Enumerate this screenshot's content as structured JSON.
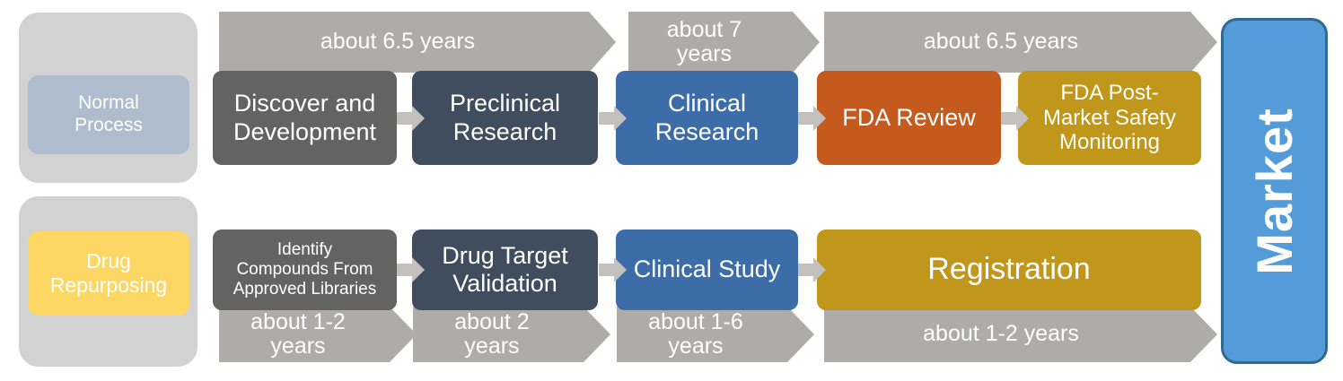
{
  "diagram": {
    "title": "Drug development: normal process vs. drug repurposing timeline",
    "colors": {
      "band_gray": "#AEACA8",
      "connector_gray": "#C3C1BE",
      "legend_container": "#D2D2D2",
      "normal_pill": "#AEBCCE",
      "repurpose_pill": "#FCD764",
      "stage_gray": "#636363",
      "stage_slate": "#3F4D5E",
      "stage_blue": "#3D6DA8",
      "stage_orange": "#C45A1E",
      "stage_gold": "#C0971B",
      "market_fill": "#539BD9",
      "market_border": "#31688F",
      "text_white": "#FFFFFF"
    }
  },
  "legend": {
    "normal": {
      "line1": "Normal",
      "line2": "Process"
    },
    "repurposing": {
      "line1": "Drug",
      "line2": "Repurposing"
    }
  },
  "normal_process": {
    "bands": [
      {
        "label": "about 6.5 years"
      },
      {
        "label": "about 7\nyears"
      },
      {
        "label": "about 6.5 years"
      }
    ],
    "stages": [
      {
        "label": "Discover and\nDevelopment",
        "color": "#636363"
      },
      {
        "label": "Preclinical\nResearch",
        "color": "#3F4D5E"
      },
      {
        "label": "Clinical\nResearch",
        "color": "#3D6DA8"
      },
      {
        "label": "FDA Review",
        "color": "#C45A1E"
      },
      {
        "label": "FDA Post-\nMarket Safety\nMonitoring",
        "color": "#C0971B"
      }
    ]
  },
  "drug_repurposing": {
    "stages": [
      {
        "label": "Identify\nCompounds From\nApproved Libraries",
        "color": "#636363"
      },
      {
        "label": "Drug Target\nValidation",
        "color": "#3F4D5E"
      },
      {
        "label": "Clinical Study",
        "color": "#3D6DA8"
      },
      {
        "label": "Registration",
        "color": "#C0971B"
      }
    ],
    "bands": [
      {
        "label": "about 1-2\nyears"
      },
      {
        "label": "about 2\nyears"
      },
      {
        "label": "about 1-6\nyears"
      },
      {
        "label": "about 1-2 years"
      }
    ]
  },
  "market": {
    "label": "Market"
  }
}
